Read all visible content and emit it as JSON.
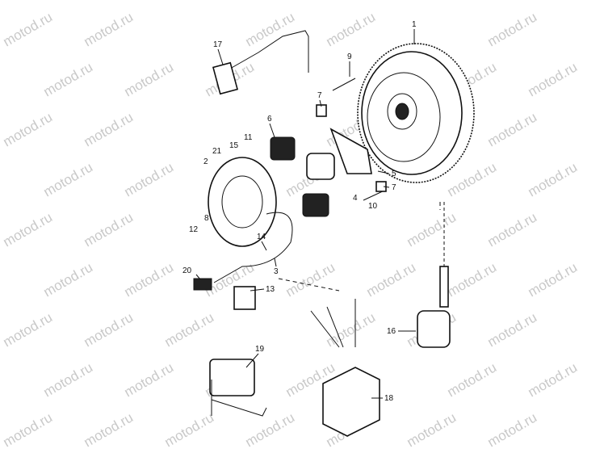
{
  "watermark": "motod.ru",
  "callouts": [
    {
      "id": "1",
      "text": "1"
    },
    {
      "id": "17",
      "text": "17"
    },
    {
      "id": "9",
      "text": "9"
    },
    {
      "id": "7a",
      "text": "7"
    },
    {
      "id": "6",
      "text": "6"
    },
    {
      "id": "11",
      "text": "11"
    },
    {
      "id": "15",
      "text": "15"
    },
    {
      "id": "21",
      "text": "21"
    },
    {
      "id": "2",
      "text": "2"
    },
    {
      "id": "5",
      "text": "5"
    },
    {
      "id": "7b",
      "text": "7"
    },
    {
      "id": "4",
      "text": "4"
    },
    {
      "id": "10",
      "text": "10"
    },
    {
      "id": "8",
      "text": "8"
    },
    {
      "id": "12",
      "text": "12"
    },
    {
      "id": "14",
      "text": "14"
    },
    {
      "id": "3",
      "text": "3"
    },
    {
      "id": "20",
      "text": "20"
    },
    {
      "id": "13",
      "text": "13"
    },
    {
      "id": "16",
      "text": "16"
    },
    {
      "id": "19",
      "text": "19"
    },
    {
      "id": "18",
      "text": "18"
    }
  ]
}
